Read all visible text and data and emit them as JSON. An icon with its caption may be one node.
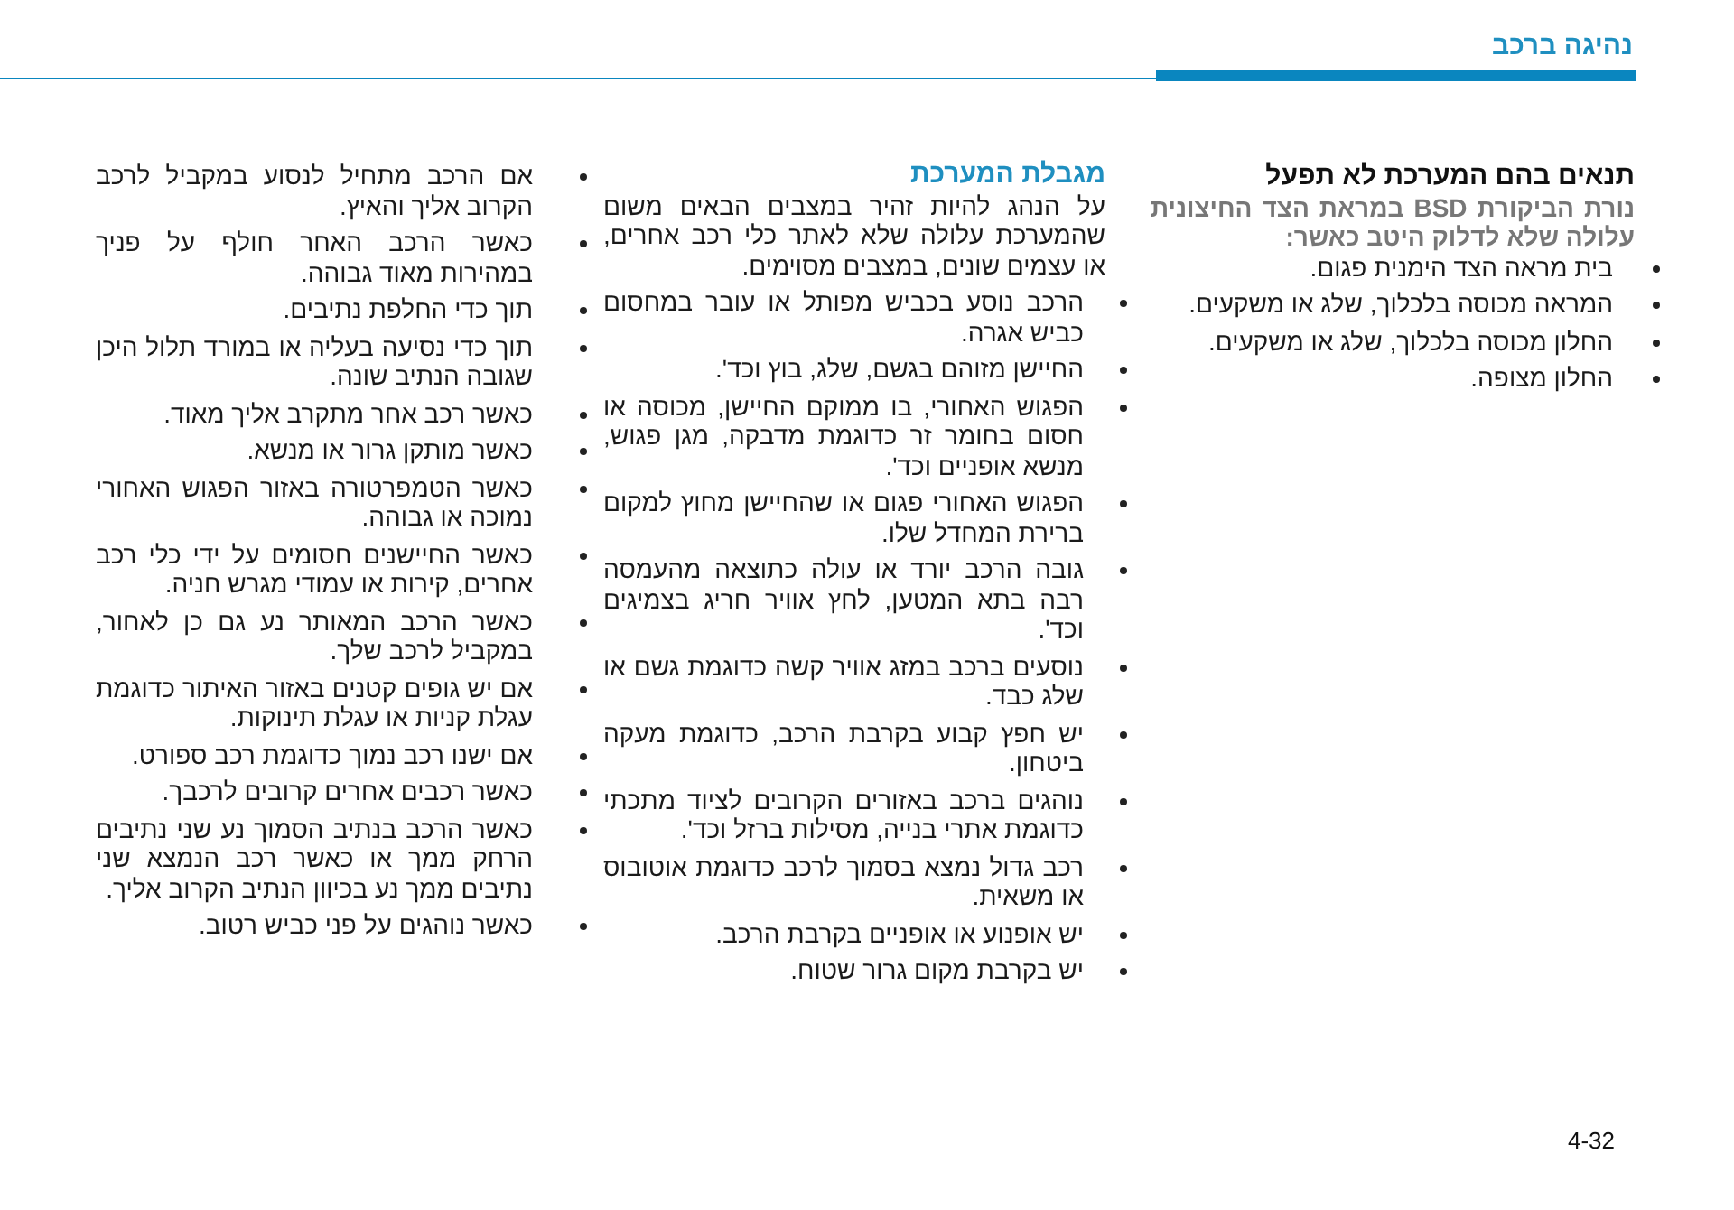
{
  "diagram": {
    "title": "נהיגה ברכב",
    "labels": [
      "תנאים בהם המערכת לא תפעל",
      "נורת הביקורת BSD במראת הצד החיצונית עלולה שלא לדלוק היטב כאשר:",
      "בית מראה הצד הימנית פגום.",
      "המראה מכוסה בלכלוך, שלג או משקעים.",
      "החלון מכוסה בלכלוך, שלג או משקעים.",
      "החלון מצופה.",
      "מגבלת המערכת",
      "על הנהג להיות זהיר במצבים הבאים משום שהמערכת עלולה שלא לאתר כלי רכב אחרים, או עצמים שונים, במצבים מסוימים.",
      "הרכב נוסע בכביש מפותל או עובר במחסום כביש אגרה.",
      "החיישן מזוהם בגשם, שלג, בוץ וכד'.",
      "הפגוש האחורי, בו ממוקם החיישן, מכוסה או חסום בחומר זר כדוגמת מדבקה, מגן פגוש, מנשא אופניים וכד'.",
      "הפגוש האחורי פגום או שהחיישן מחוץ למקום ברירת המחדל שלו.",
      "גובה הרכב יורד או עולה כתוצאה מהעמסה רבה בתא המטען, לחץ אוויר חריג בצמיגים וכד'.",
      "נוסעים ברכב במזג אוויר קשה כדוגמת גשם או שלג כבד.",
      "יש חפץ קבוע בקרבת הרכב, כדוגמת מעקה ביטחון.",
      "נוהגים ברכב באזורים הקרובים לציוד מתכתי כדוגמת אתרי בנייה, מסילות ברזל וכד'.",
      "רכב גדול נמצא בסמוך לרכב כדוגמת אוטובוס או משאית.",
      "יש אופנוע או אופניים בקרבת הרכב.",
      "יש בקרבת מקום גרור שטוח.",
      "אם הרכב מתחיל לנסוע במקביל לרכב הקרוב אליך והאיץ.",
      "כאשר הרכב האחר חולף על פניך במהירות מאוד גבוהה.",
      "תוך כדי החלפת נתיבים.",
      "תוך כדי נסיעה בעליה או במורד תלול היכן שגובה הנתיב שונה.",
      "כאשר רכב אחר מתקרב אליך מאוד.",
      "כאשר מותקן גרור או מנשא.",
      "כאשר הטמפרטורה באזור הפגוש האחורי נמוכה או גבוהה.",
      "כאשר החיישנים חסומים על ידי כלי רכב אחרים, קירות או עמודי מגרש חניה.",
      "כאשר הרכב המאותר נע גם כן לאחור, במקביל לרכב שלך.",
      "אם יש גופים קטנים באזור האיתור כדוגמת עגלת קניות או עגלת תינוקות.",
      "אם ישנו רכב נמוך כדוגמת רכב ספורט.",
      "כאשר רכבים אחרים קרובים לרכבך.",
      "כאשר הרכב בנתיב הסמוך נע שני נתיבים הרחק ממך או כאשר רכב הנמצא שני נתיבים ממך נע בכיוון הנתיב הקרוב אליך.",
      "כאשר נוהגים על פני כביש רטוב.",
      "4-32"
    ]
  }
}
